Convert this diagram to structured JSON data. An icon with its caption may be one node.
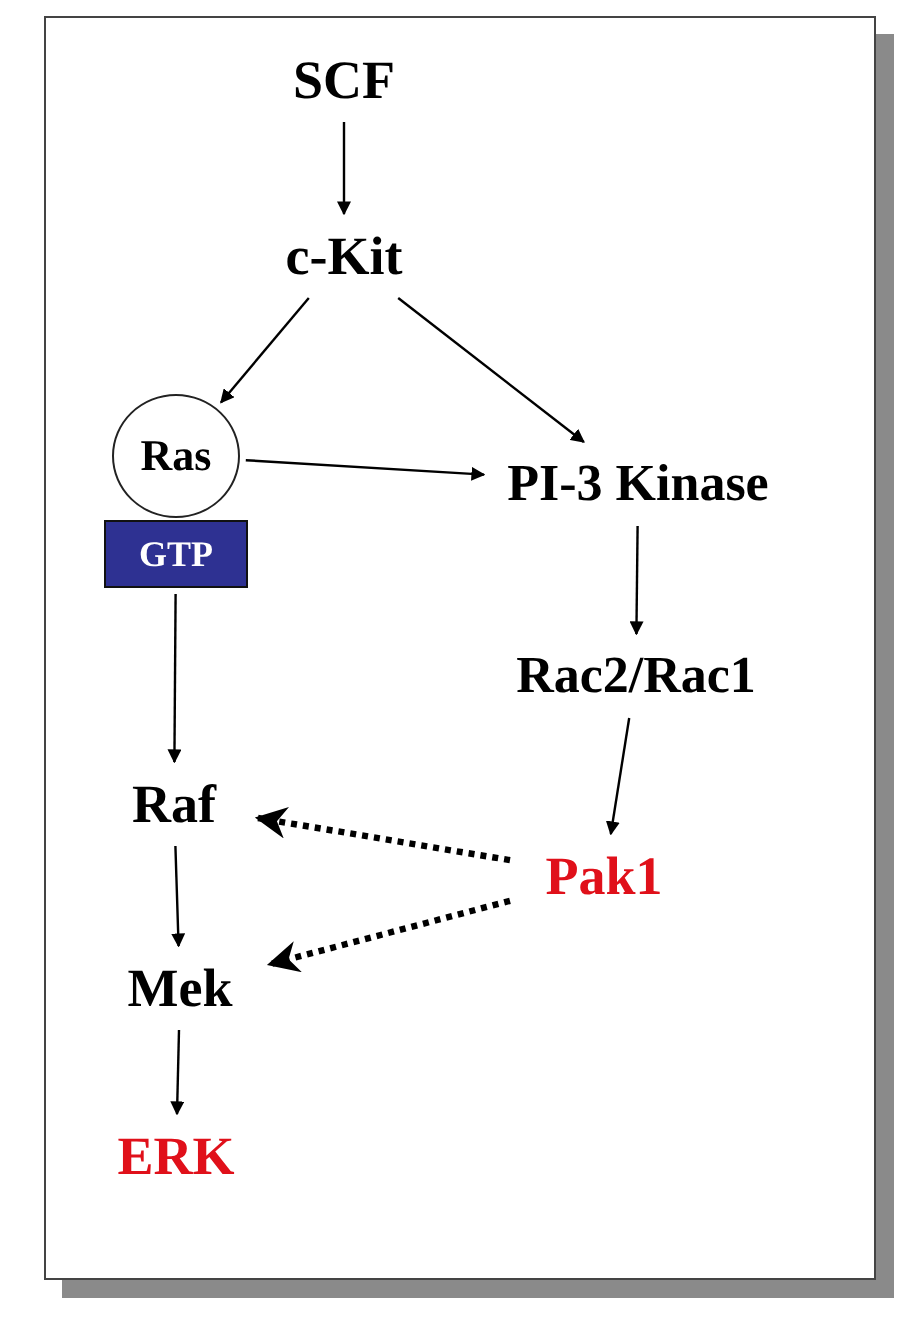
{
  "diagram": {
    "nodes": [
      {
        "text": [
          "SCF"
        ]
      },
      {
        "text": [
          "c-Kit"
        ]
      },
      {
        "text": [
          "Ras"
        ]
      },
      {
        "text": [
          "GTP"
        ]
      },
      {
        "text": [
          "PI-3 Kinase"
        ]
      },
      {
        "text": [
          "Rac2/Rac1"
        ]
      },
      {
        "text": [
          "Raf"
        ]
      },
      {
        "text": [
          "Pak1"
        ]
      },
      {
        "text": [
          "Mek"
        ]
      },
      {
        "text": [
          "ERK"
        ]
      }
    ],
    "edges": [
      {
        "from": 0,
        "to": 1,
        "arrow": "to"
      },
      {
        "from": 1,
        "to": 2,
        "arrow": "to"
      },
      {
        "from": 1,
        "to": 4,
        "arrow": "to"
      },
      {
        "from": 2,
        "to": 4,
        "arrow": "to"
      },
      {
        "from": 3,
        "to": 6,
        "arrow": "to"
      },
      {
        "from": 4,
        "to": 5,
        "arrow": "to"
      },
      {
        "from": 5,
        "to": 7,
        "arrow": "to"
      },
      {
        "from": 7,
        "to": 6,
        "arrow": "to",
        "style": "dashed"
      },
      {
        "from": 7,
        "to": 8,
        "arrow": "to",
        "style": "dashed"
      },
      {
        "from": 6,
        "to": 8,
        "arrow": "to"
      },
      {
        "from": 8,
        "to": 9,
        "arrow": "to"
      }
    ]
  }
}
